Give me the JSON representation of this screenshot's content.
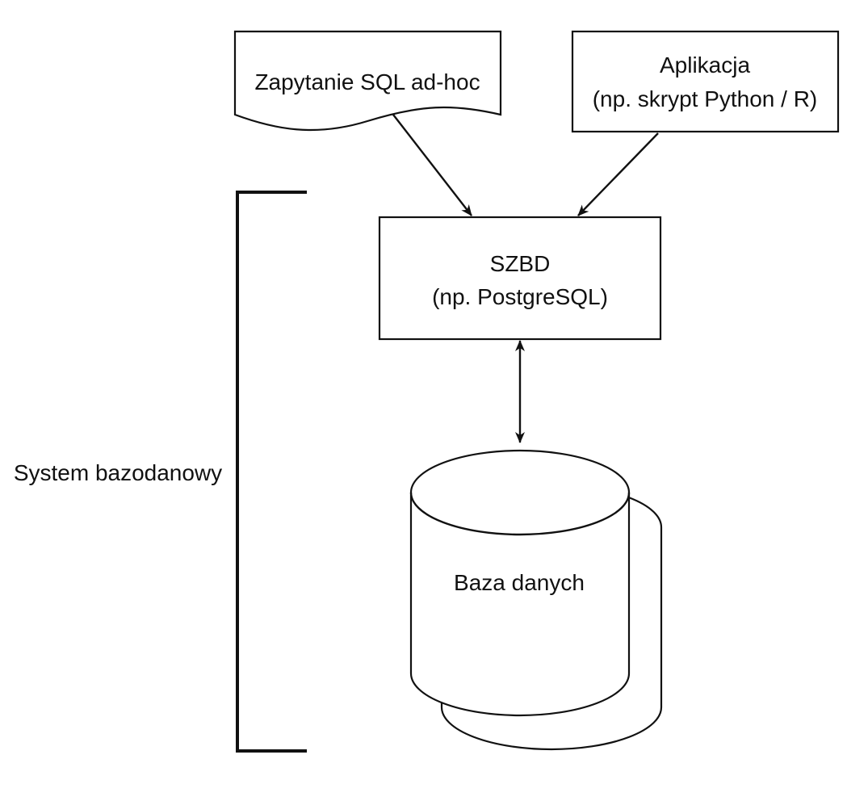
{
  "nodes": {
    "adhoc_query": {
      "label": "Zapytanie SQL ad-hoc",
      "shape": "document"
    },
    "application": {
      "line1": "Aplikacja",
      "line2": "(np. skrypt Python / R)",
      "shape": "rectangle"
    },
    "dbms": {
      "line1": "SZBD",
      "line2": "(np. PostgreSQL)",
      "shape": "rectangle"
    },
    "database": {
      "label": "Baza danych",
      "shape": "stacked-cylinder"
    }
  },
  "edges": [
    {
      "from": "adhoc_query",
      "to": "dbms",
      "direction": "forward"
    },
    {
      "from": "application",
      "to": "dbms",
      "direction": "forward"
    },
    {
      "from": "dbms",
      "to": "database",
      "direction": "bidirectional"
    }
  ],
  "group": {
    "label": "System bazodanowy",
    "members": [
      "dbms",
      "database"
    ]
  },
  "colors": {
    "stroke": "#111111",
    "fill": "#ffffff",
    "text": "#111111"
  }
}
